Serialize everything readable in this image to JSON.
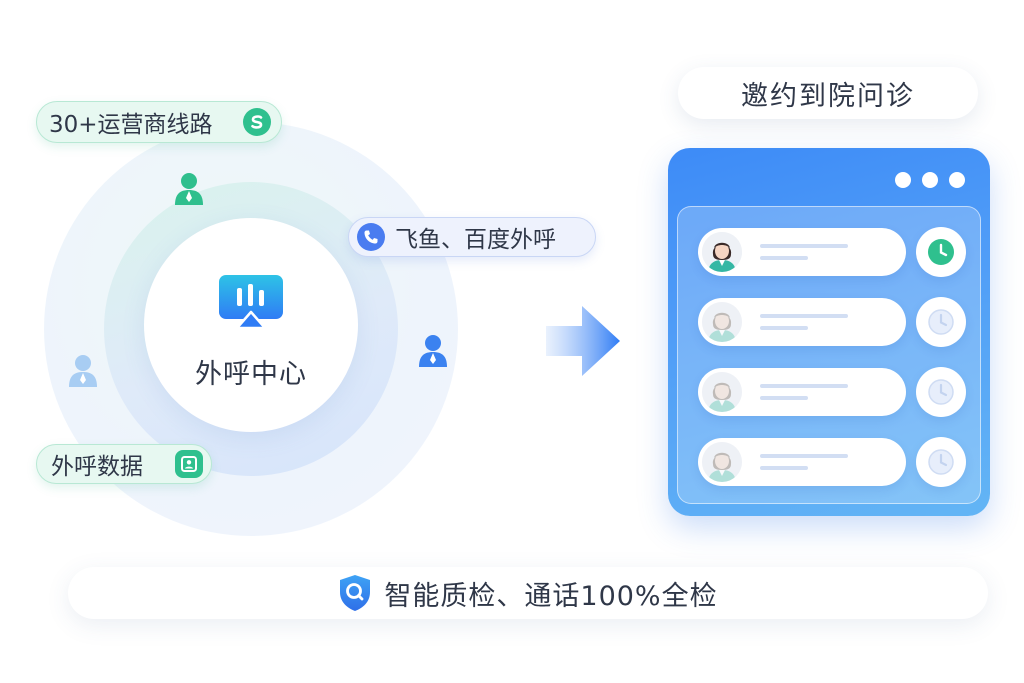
{
  "center": {
    "title": "外呼中心"
  },
  "badges": {
    "lines": "30+运营商线路",
    "data": "外呼数据",
    "call": "飞鱼、百度外呼"
  },
  "window": {
    "title": "邀约到院问诊",
    "rows": 4,
    "active_row": 1
  },
  "footer": {
    "text": "智能质检、通话100%全检"
  },
  "colors": {
    "green": "#2fc08e",
    "blue": "#3d8bf7",
    "call_blue": "#4a7cf0",
    "text": "#2f3748"
  }
}
